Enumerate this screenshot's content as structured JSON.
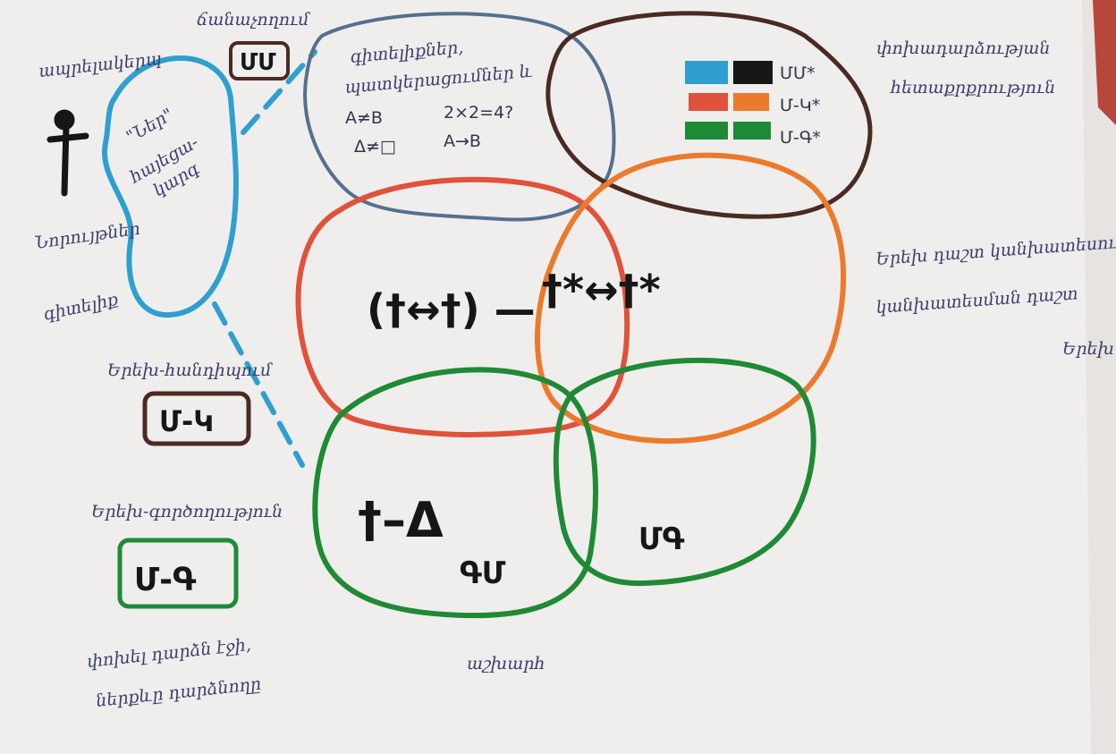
{
  "colors": {
    "paper": "#efeeec",
    "ink_handwriting": "#3b3f6e",
    "blue_region": "#2f9fd0",
    "slate_region": "#55708f",
    "brown_region": "#4a2a22",
    "red_region": "#e0523a",
    "orange_region": "#ec7a2c",
    "green_region": "#1f8a36",
    "black_marker": "#161616"
  },
  "left_column": {
    "top_label_1": "ապրելակերպ",
    "top_label_2": "ճանաչողում",
    "box_mm": "ՄՄ",
    "blue_region_text": [
      "\"Ներ\"",
      "հայեցա-",
      "կարգ"
    ],
    "label_indiv_1": "Նորույթներ",
    "label_indiv_2": "գիտելիք",
    "label_relation": "Երեխ-հանդիպում",
    "box_m4": "Մ-Կ",
    "label_value": "Երեխ-գործողություն",
    "box_mg": "Մ-Գ",
    "bottom_note_1": "փոխել դարձն էջի,",
    "bottom_note_2": "ներքևը դարձնողը"
  },
  "top_center": {
    "line_1": "գիտելիքներ,",
    "line_2": "պատկերացումներ և",
    "expr_1": "A≠B",
    "expr_2": "2×2=4?",
    "expr_3": "Δ≠□",
    "expr_4": "A→B"
  },
  "top_right": {
    "legend_1": "ՄՄ*",
    "legend_2": "Մ-Կ*",
    "legend_3": "Մ-Գ*",
    "label_1": "փոխադարձության",
    "label_2": "հետաքրքրություն"
  },
  "right_side": {
    "line_1": "Երեխ դաշտ կանխատեսում",
    "line_2": "կանխատեսման դաշտ",
    "line_3": "Երեխ"
  },
  "center": {
    "formula": "(†↔†) —",
    "star_people": "†*↔†*"
  },
  "green_left": {
    "expr": "†–Δ",
    "code": "ԳՄ"
  },
  "green_right": {
    "code": "ՄԳ"
  },
  "bottom_center": {
    "label": "աշխարհ"
  }
}
